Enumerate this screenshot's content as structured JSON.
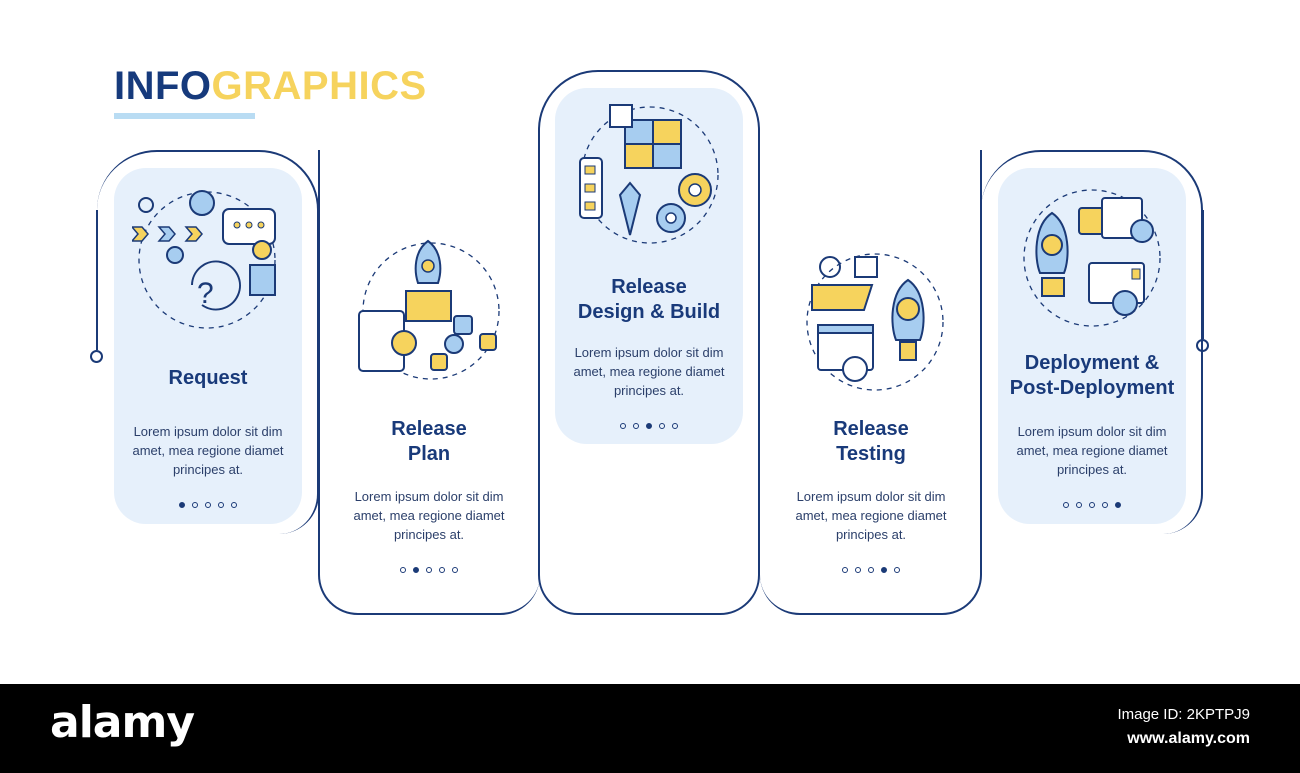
{
  "title": {
    "part1": "INFO",
    "part2": "GRAPHICS"
  },
  "steps": [
    {
      "title": "Request",
      "body": "Lorem ipsum dolor sit dim amet, mea regione diamet principes at.",
      "dots_active": 1,
      "icon": "request-icon"
    },
    {
      "title_line1": "Release",
      "title_line2": "Plan",
      "body": "Lorem ipsum dolor sit dim amet, mea regione diamet principes at.",
      "dots_active": 2,
      "icon": "release-plan-icon"
    },
    {
      "title_line1": "Release",
      "title_line2": "Design & Build",
      "body": "Lorem ipsum dolor sit dim amet, mea regione diamet principes at.",
      "dots_active": 3,
      "icon": "design-build-icon"
    },
    {
      "title_line1": "Release",
      "title_line2": "Testing",
      "body": "Lorem ipsum dolor sit dim amet, mea regione diamet principes at.",
      "dots_active": 4,
      "icon": "testing-icon"
    },
    {
      "title_line1": "Deployment &",
      "title_line2": "Post-Deployment",
      "body": "Lorem ipsum dolor sit dim amet, mea regione diamet principes at.",
      "dots_active": 5,
      "icon": "deployment-icon"
    }
  ],
  "colors": {
    "navy": "#1b3a77",
    "yellow": "#f6d35d",
    "light_blue": "#e6f0fb",
    "sky": "#b9dcf3"
  },
  "footer": {
    "brand": "alamy",
    "code": "Image ID: 2KPTPJ9",
    "site": "www.alamy.com"
  }
}
